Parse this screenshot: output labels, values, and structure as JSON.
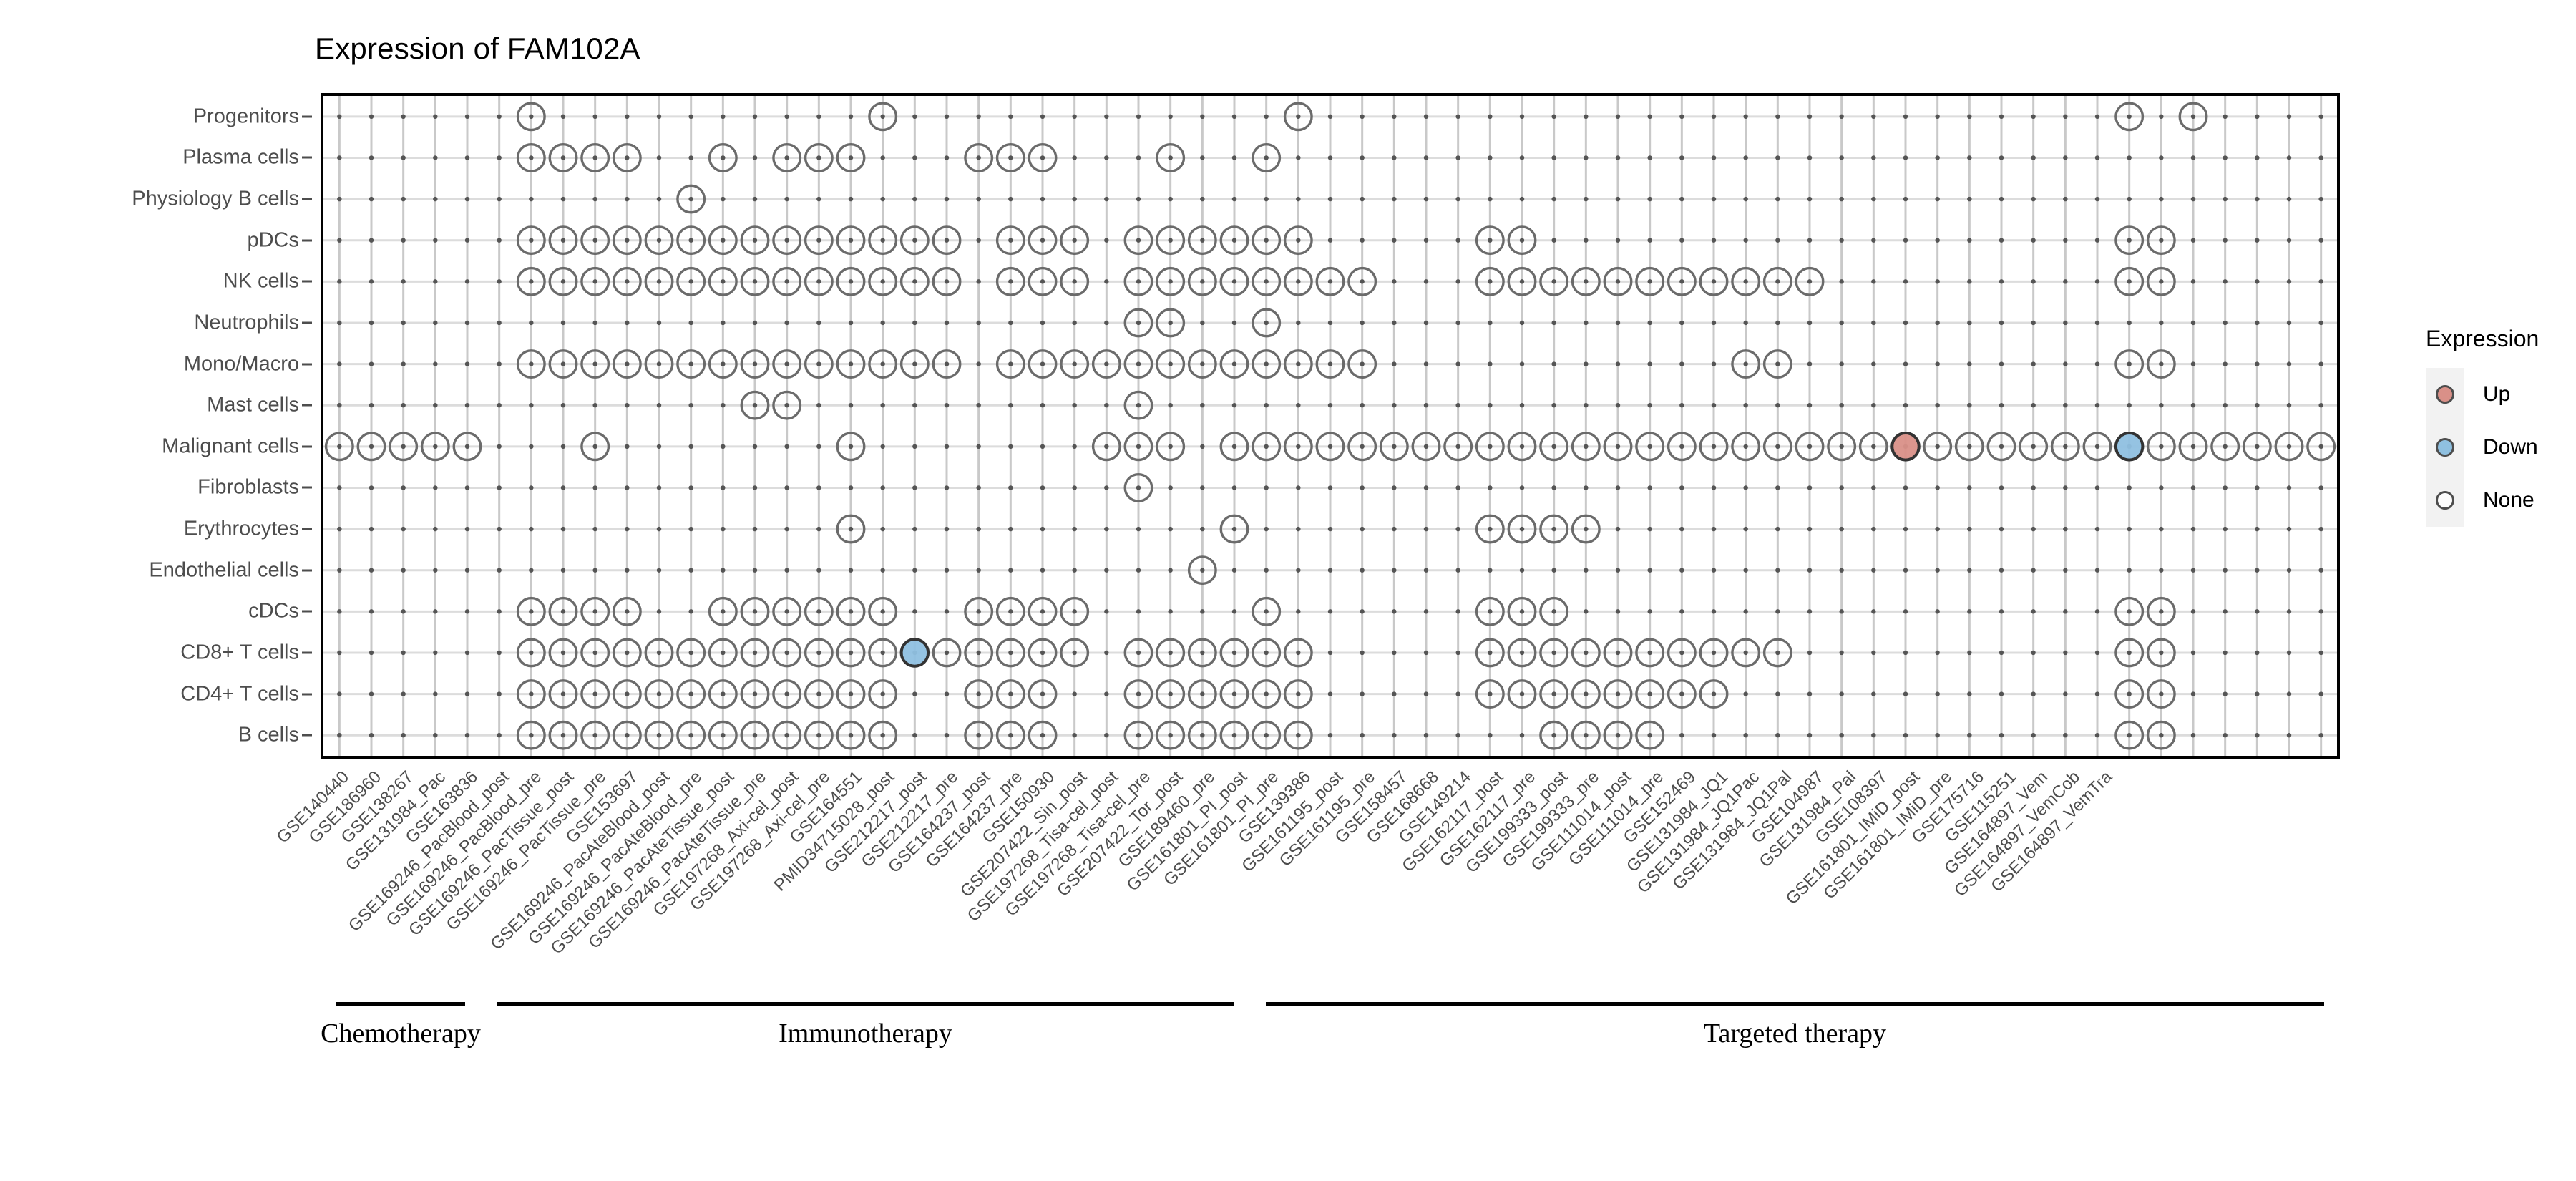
{
  "title": "Expression of FAM102A",
  "legend": {
    "title": "Expression",
    "items": [
      {
        "label": "Up",
        "color": "#d99088"
      },
      {
        "label": "Down",
        "color": "#8fc0e0"
      },
      {
        "label": "None",
        "color": "#fcfcfc"
      }
    ]
  },
  "therapy_groups": [
    {
      "label": "Chemotherapy",
      "start_index": 0,
      "end_index": 4
    },
    {
      "label": "Immunotherapy",
      "start_index": 5,
      "end_index": 28
    },
    {
      "label": "Targeted therapy",
      "start_index": 29,
      "end_index": 62
    }
  ],
  "chart_data": {
    "type": "heatmap",
    "title": "Expression of FAM102A",
    "xlabel": "",
    "ylabel": "",
    "grid": true,
    "legend_position": "right",
    "value_levels": [
      "Up",
      "Down",
      "None"
    ],
    "y_categories": [
      "Progenitors",
      "Plasma cells",
      "Physiology B cells",
      "pDCs",
      "NK cells",
      "Neutrophils",
      "Mono/Macro",
      "Mast cells",
      "Malignant cells",
      "Fibroblasts",
      "Erythrocytes",
      "Endothelial cells",
      "cDCs",
      "CD8+ T cells",
      "CD4+ T cells",
      "B cells"
    ],
    "x_categories": [
      "GSE140440",
      "GSE186960",
      "GSE138267",
      "GSE131984_Pac",
      "GSE163836",
      "GSE169246_PacBlood_post",
      "GSE169246_PacBlood_pre",
      "GSE169246_PacTissue_post",
      "GSE169246_PacTissue_pre",
      "GSE153697",
      "GSE169246_PacAteBlood_post",
      "GSE169246_PacAteBlood_pre",
      "GSE169246_PacAteTissue_post",
      "GSE169246_PacAteTissue_pre",
      "GSE197268_Axi-cel_post",
      "GSE197268_Axi-cel_pre",
      "GSE164551",
      "PMID34715028_post",
      "GSE212217_post",
      "GSE212217_pre",
      "GSE164237_post",
      "GSE164237_pre",
      "GSE150930",
      "GSE207422_Sin_post",
      "GSE197268_Tisa-cel_post",
      "GSE197268_Tisa-cel_pre",
      "GSE207422_Tor_post",
      "GSE189460_pre",
      "GSE161801_PI_post",
      "GSE161801_PI_pre",
      "GSE139386",
      "GSE161195_post",
      "GSE161195_pre",
      "GSE158457",
      "GSE168668",
      "GSE149214",
      "GSE162117_post",
      "GSE162117_pre",
      "GSE199333_post",
      "GSE199333_pre",
      "GSE111014_post",
      "GSE111014_pre",
      "GSE152469",
      "GSE131984_JQ1",
      "GSE131984_JQ1Pac",
      "GSE131984_JQ1Pal",
      "GSE104987",
      "GSE131984_Pal",
      "GSE108397",
      "GSE161801_IMiD_post",
      "GSE161801_IMiD_pre",
      "GSE175716",
      "GSE115251",
      "GSE164897_Vem",
      "GSE164897_VemCob",
      "GSE164897_VemTra"
    ],
    "x_display_labels": [
      "GSE140440",
      "GSE186960",
      "GSE138267",
      "GSE131984_Pac",
      "GSE163836",
      "GSE169246_PacBlood_post",
      "GSE169246_PacBlood_pre",
      "GSE169246_PacTissue_post",
      "GSE169246_PacTissue_pre",
      "GSE153697",
      "GSE169246_PacAteBlood_post",
      "GSE169246_PacAteBlood_pre",
      "GSE169246_PacAteTissue_post",
      "GSE169246_PacAteTissue_pre",
      "GSE197268_Axi-cel_post",
      "GSE197268_Axi-cel_pre",
      "GSE164551",
      "PMID34715028_post",
      "GSE212217_post",
      "GSE212217_pre",
      "GSE164237_post",
      "GSE164237_pre",
      "GSE150930",
      "GSE207422_Sin_post",
      "GSE197268_Tisa-cel_post",
      "GSE197268_Tisa-cel_pre",
      "GSE207422_Tor_post",
      "GSE189460_pre",
      "GSE161801_PI_post",
      "GSE161801_PI_pre",
      "GSE139386",
      "GSE161195_post",
      "GSE161195_pre",
      "GSE158457",
      "GSE168668",
      "GSE149214",
      "GSE162117_post",
      "GSE162117_pre",
      "GSE199333_post",
      "GSE199333_pre",
      "GSE111014_post",
      "GSE111014_pre",
      "GSE152469",
      "GSE131984_JQ1",
      "GSE131984_JQ1Pac",
      "GSE131984_JQ1Pal",
      "GSE104987",
      "GSE131984_Pal",
      "GSE108397",
      "GSE161801_IMiD_post",
      "GSE161801_IMiD_pre",
      "GSE175716",
      "GSE115251",
      "GSE164897_Vem",
      "GSE164897_VemCob",
      "GSE164897_VemTra"
    ],
    "n_columns": 63,
    "points": [
      {
        "row": 0,
        "cols": [
          6,
          17,
          30,
          56,
          58
        ],
        "value": "None"
      },
      {
        "row": 1,
        "cols": [
          6,
          7,
          8,
          9,
          12,
          14,
          15,
          16,
          20,
          21,
          22,
          26,
          29
        ],
        "value": "None"
      },
      {
        "row": 2,
        "cols": [
          11
        ],
        "value": "None"
      },
      {
        "row": 3,
        "cols": [
          6,
          7,
          8,
          9,
          10,
          11,
          12,
          13,
          14,
          15,
          16,
          17,
          18,
          19,
          21,
          22,
          23,
          25,
          26,
          27,
          28,
          29,
          30,
          36,
          37,
          56,
          57
        ],
        "value": "None"
      },
      {
        "row": 4,
        "cols": [
          6,
          7,
          8,
          9,
          10,
          11,
          12,
          13,
          14,
          15,
          16,
          17,
          18,
          19,
          21,
          22,
          23,
          25,
          26,
          27,
          28,
          29,
          30,
          31,
          32,
          36,
          37,
          38,
          39,
          40,
          41,
          42,
          43,
          44,
          45,
          46,
          56,
          57
        ],
        "value": "None"
      },
      {
        "row": 5,
        "cols": [
          25,
          26,
          29
        ],
        "value": "None"
      },
      {
        "row": 6,
        "cols": [
          6,
          7,
          8,
          9,
          10,
          11,
          12,
          13,
          14,
          15,
          16,
          17,
          18,
          19,
          21,
          22,
          23,
          24,
          25,
          26,
          27,
          28,
          29,
          30,
          31,
          32,
          44,
          45,
          56,
          57
        ],
        "value": "None"
      },
      {
        "row": 7,
        "cols": [
          13,
          14,
          25
        ],
        "value": "None"
      },
      {
        "row": 8,
        "cols": [
          0,
          1,
          2,
          3,
          4,
          8,
          16,
          24,
          25,
          26,
          28,
          29,
          30,
          31,
          32,
          33,
          34,
          35,
          36,
          37,
          38,
          39,
          40,
          41,
          42,
          43,
          44,
          45,
          46,
          47,
          48,
          50,
          51,
          52,
          53,
          54,
          55,
          57,
          58,
          59,
          60,
          61,
          62
        ],
        "value": "None"
      },
      {
        "row": 8,
        "cols": [
          49
        ],
        "value": "Up"
      },
      {
        "row": 8,
        "cols": [
          56
        ],
        "value": "Down"
      },
      {
        "row": 9,
        "cols": [
          25
        ],
        "value": "None"
      },
      {
        "row": 10,
        "cols": [
          16,
          28,
          36,
          37,
          38,
          39
        ],
        "value": "None"
      },
      {
        "row": 11,
        "cols": [
          27
        ],
        "value": "None"
      },
      {
        "row": 12,
        "cols": [
          6,
          7,
          8,
          9,
          12,
          13,
          14,
          15,
          16,
          17,
          20,
          21,
          22,
          23,
          29,
          36,
          37,
          38,
          56,
          57
        ],
        "value": "None"
      },
      {
        "row": 13,
        "cols": [
          6,
          7,
          8,
          9,
          10,
          11,
          12,
          13,
          14,
          15,
          16,
          17,
          19,
          20,
          21,
          22,
          23,
          25,
          26,
          27,
          28,
          29,
          30,
          36,
          37,
          38,
          39,
          40,
          41,
          42,
          43,
          44,
          45,
          56,
          57
        ],
        "value": "None"
      },
      {
        "row": 13,
        "cols": [
          18
        ],
        "value": "Down"
      },
      {
        "row": 14,
        "cols": [
          6,
          7,
          8,
          9,
          10,
          11,
          12,
          13,
          14,
          15,
          16,
          17,
          20,
          21,
          22,
          25,
          26,
          27,
          28,
          29,
          30,
          36,
          37,
          38,
          39,
          40,
          41,
          42,
          43,
          56,
          57
        ],
        "value": "None"
      },
      {
        "row": 15,
        "cols": [
          6,
          7,
          8,
          9,
          10,
          11,
          12,
          13,
          14,
          15,
          16,
          17,
          20,
          21,
          22,
          25,
          26,
          27,
          28,
          29,
          30,
          38,
          39,
          40,
          41,
          56,
          57
        ],
        "value": "None"
      }
    ]
  }
}
